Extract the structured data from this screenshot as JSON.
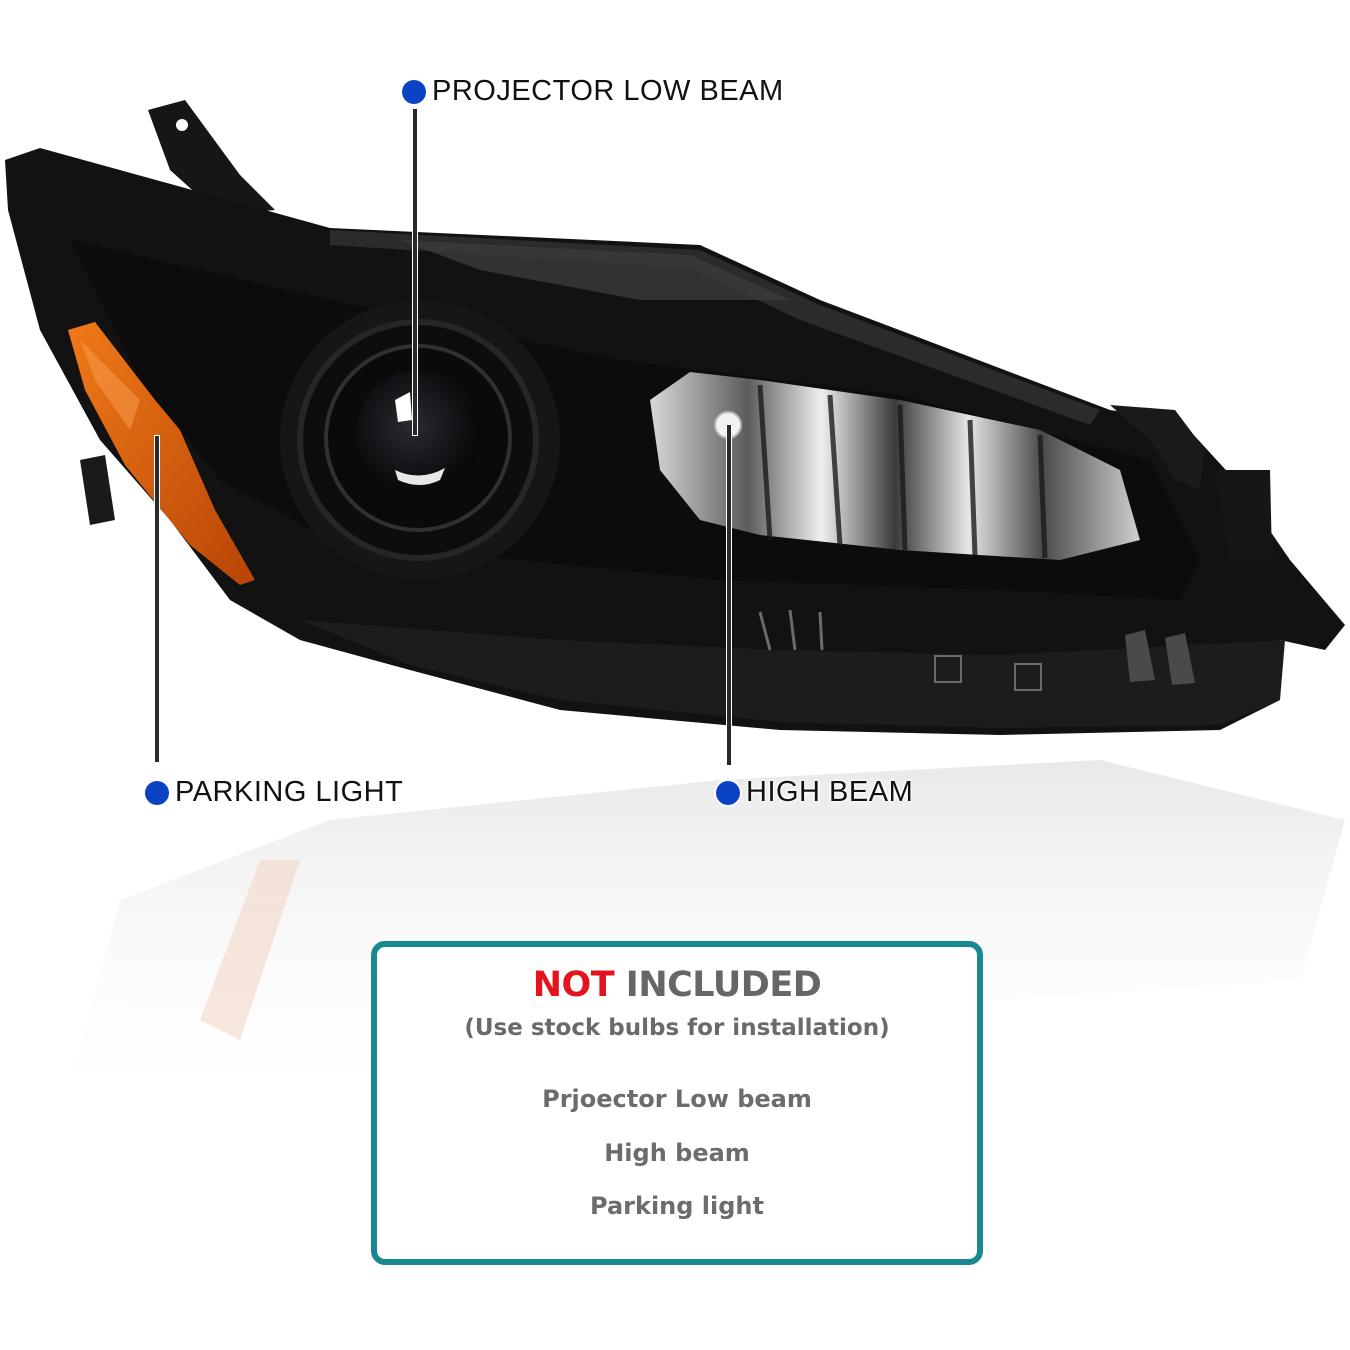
{
  "product": {
    "name": "Black housing projector headlight",
    "housing_color": "#111111",
    "amber_color": "#d45a0a"
  },
  "callouts": [
    {
      "id": "projector-low-beam",
      "label": "PROJECTOR LOW BEAM"
    },
    {
      "id": "parking-light",
      "label": "PARKING LIGHT"
    },
    {
      "id": "high-beam",
      "label": "HIGH BEAM"
    }
  ],
  "notice": {
    "title_highlight": "NOT",
    "title_rest": " INCLUDED",
    "subtitle": "(Use stock bulbs for installation)",
    "items": [
      "Prjoector Low beam",
      "High beam",
      "Parking light"
    ],
    "border_color": "#188891",
    "highlight_color": "#e3141b"
  },
  "colors": {
    "callout_dot": "#0a44c4",
    "label_text": "#111111",
    "body_text": "#6c6c6c"
  }
}
